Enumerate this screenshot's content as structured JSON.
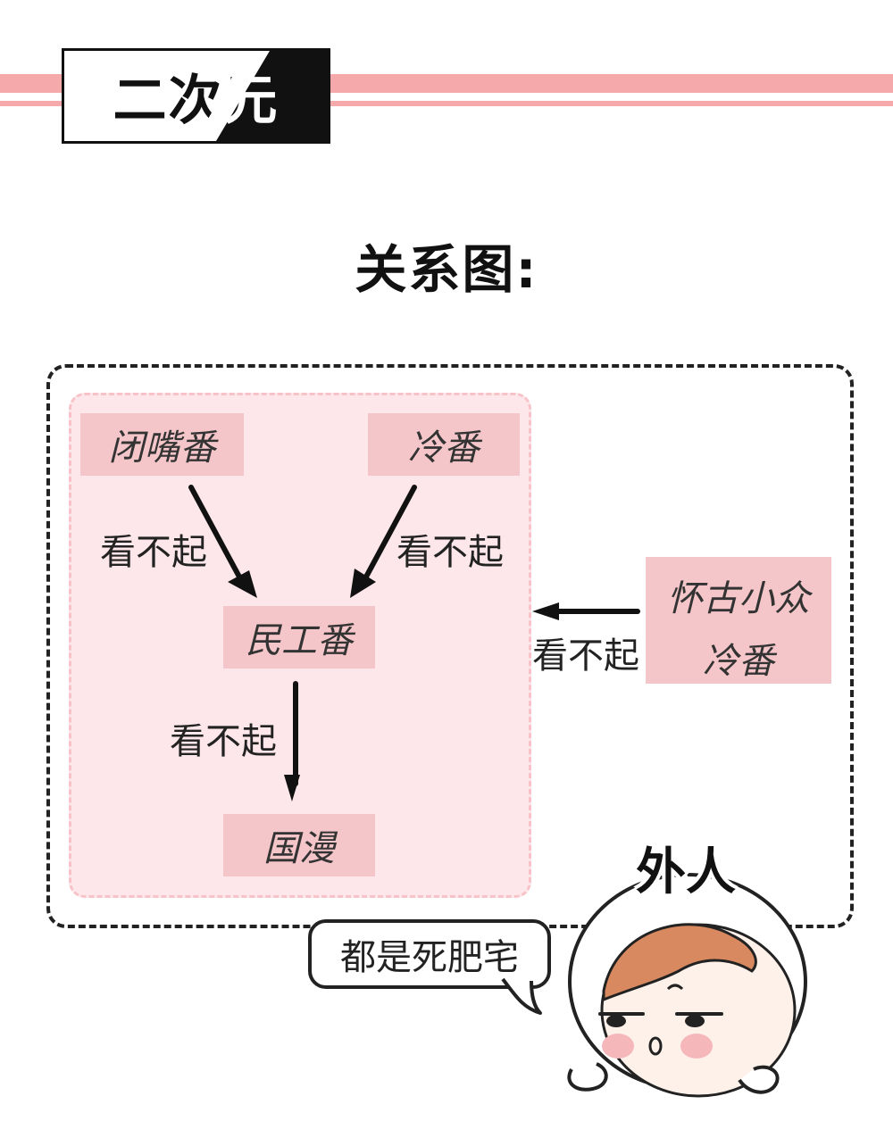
{
  "header": {
    "title": "二次元",
    "accent_color": "#f5a9ab"
  },
  "diagram": {
    "title": "关系图:",
    "nodes": {
      "bizuifan": "闭嘴番",
      "lengfan": "冷番",
      "mingongfan": "民工番",
      "guoman": "国漫",
      "huaigu_line1": "怀古小众",
      "huaigu_line2": "冷番"
    },
    "edges": [
      {
        "from": "闭嘴番",
        "to": "民工番",
        "label": "看不起"
      },
      {
        "from": "冷番",
        "to": "民工番",
        "label": "看不起"
      },
      {
        "from": "民工番",
        "to": "国漫",
        "label": "看不起"
      },
      {
        "from": "怀古小众冷番",
        "to": "inner-group",
        "label": "看不起"
      }
    ],
    "node_color": "#f5c6c9",
    "panel_color": "#fde7ea"
  },
  "outsider": {
    "label": "外人",
    "speech": "都是死肥宅"
  }
}
